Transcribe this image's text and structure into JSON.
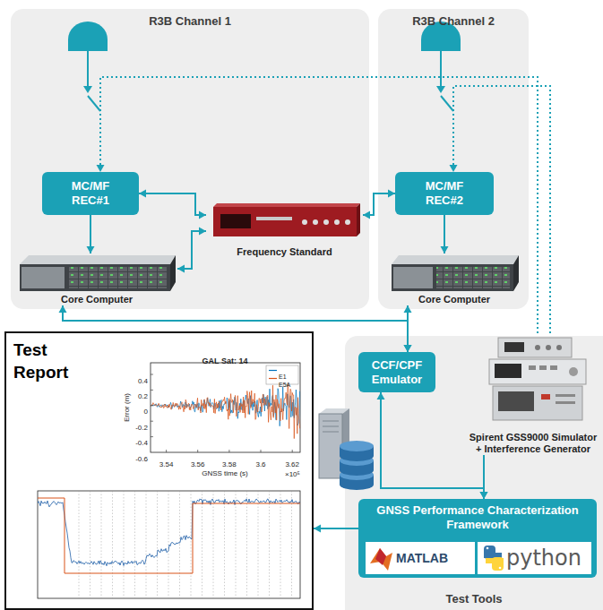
{
  "diagram": {
    "nodes": [
      {
        "text": [
          "R3B Channel 1"
        ]
      },
      {
        "text": [
          "MC/MF REC#1"
        ],
        "in": 0
      },
      {
        "text": [
          "Frequency Standard"
        ],
        "in": 0
      },
      {
        "text": [
          "Core Computer"
        ],
        "in": 0
      },
      {
        "text": [
          "R3B Channel 2"
        ]
      },
      {
        "text": [
          "MC/MF REC#2"
        ],
        "in": 4
      },
      {
        "text": [
          "Core Computer"
        ],
        "in": 4
      },
      {
        "text": [
          "Test Report"
        ]
      },
      {
        "text": [
          "Test Tools"
        ]
      },
      {
        "text": [
          "CCF/CPF Emulator"
        ],
        "in": 8
      },
      {
        "text": [
          "Spirent GSS9000 Simulator + Interference Generator"
        ],
        "in": 8
      },
      {
        "text": [
          "GNSS Performance Characterization Framework"
        ],
        "in": 8
      }
    ],
    "edges": [
      {
        "from": 1,
        "to": 2,
        "arrow": "both"
      },
      {
        "from": 1,
        "to": 3,
        "arrow": "to"
      },
      {
        "from": 2,
        "to": 3,
        "arrow": "both"
      },
      {
        "from": 2,
        "to": 5,
        "arrow": "both"
      },
      {
        "from": 5,
        "to": 6,
        "arrow": "to"
      },
      {
        "from": 3,
        "to": 9,
        "arrow": "both"
      },
      {
        "from": 6,
        "to": 9,
        "arrow": "both"
      },
      {
        "from": 9,
        "to": 11,
        "arrow": "both"
      },
      {
        "from": 10,
        "to": 11,
        "arrow": "to"
      },
      {
        "from": 11,
        "to": 7,
        "arrow": "to"
      },
      {
        "from": 10,
        "to": 1,
        "arrow": "to"
      },
      {
        "from": 10,
        "to": 5,
        "arrow": "to"
      }
    ],
    "labels": [
      "GAL Sat: 14",
      "0.4",
      "0.2",
      "0",
      "-0.2",
      "-0.4",
      "-0.6",
      "Error (m)",
      "3.54",
      "3.56",
      "3.58",
      "3.6",
      "3.62",
      "GNSS time (s)",
      "×10⁵",
      "MATLAB",
      "python"
    ],
    "legend": [
      {
        "text": "E1"
      },
      {
        "text": "E5A"
      }
    ]
  }
}
